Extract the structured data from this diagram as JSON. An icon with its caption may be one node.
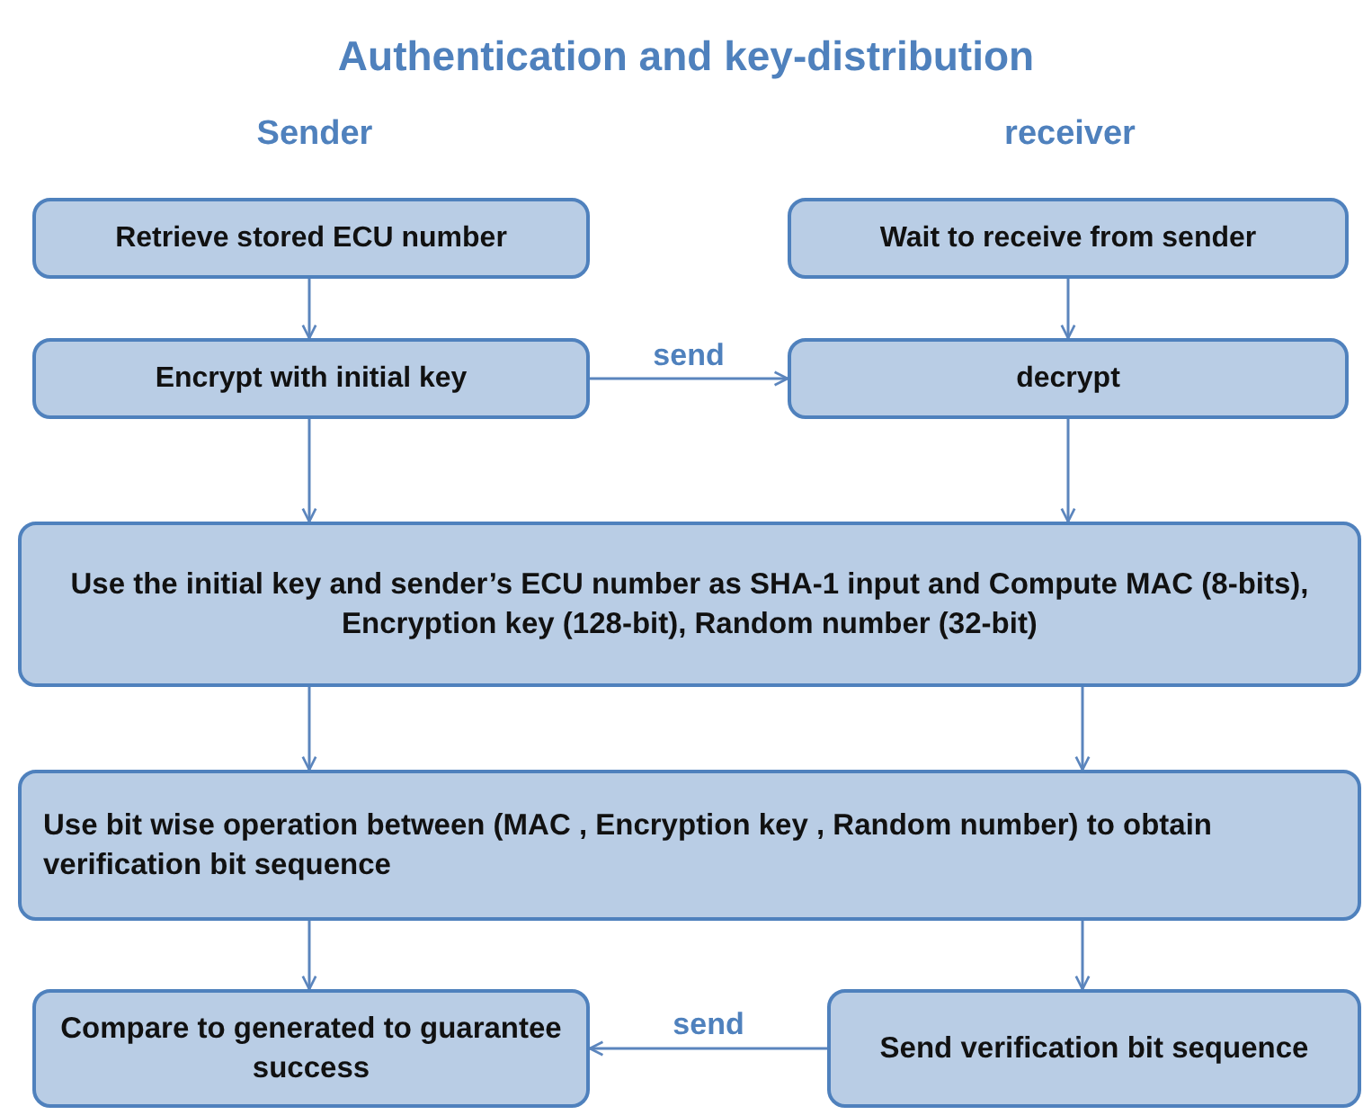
{
  "diagram": {
    "title": "Authentication and key-distribution",
    "nodes": [
      {
        "text": [
          "Retrieve stored ECU number"
        ]
      },
      {
        "text": [
          "Wait to receive from sender"
        ]
      },
      {
        "text": [
          "Encrypt with initial key"
        ]
      },
      {
        "text": [
          "decrypt"
        ]
      },
      {
        "text": [
          "Use the initial key and sender’s ECU number as SHA-1 input and Compute MAC (8-bits), Encryption key (128-bit), Random number (32-bit)"
        ]
      },
      {
        "text": [
          "Use bit wise operation between (MAC , Encryption key , Random number) to obtain verification bit sequence"
        ]
      },
      {
        "text": [
          "Compare to generated to guarantee success"
        ]
      },
      {
        "text": [
          "Send verification bit sequence"
        ]
      }
    ],
    "edges": [
      {
        "from": 0,
        "to": 2,
        "arrow": "to"
      },
      {
        "from": 1,
        "to": 3,
        "arrow": "to"
      },
      {
        "from": 2,
        "to": 3,
        "arrow": "to",
        "label": "send"
      },
      {
        "from": 2,
        "to": 4,
        "arrow": "to"
      },
      {
        "from": 3,
        "to": 4,
        "arrow": "to"
      },
      {
        "from": 4,
        "to": 5,
        "arrow": "to"
      },
      {
        "from": 4,
        "to": 5,
        "arrow": "to"
      },
      {
        "from": 5,
        "to": 6,
        "arrow": "to"
      },
      {
        "from": 5,
        "to": 7,
        "arrow": "to"
      },
      {
        "from": 7,
        "to": 6,
        "arrow": "to",
        "label": "send"
      }
    ],
    "labels": [
      "Sender",
      "receiver"
    ]
  }
}
